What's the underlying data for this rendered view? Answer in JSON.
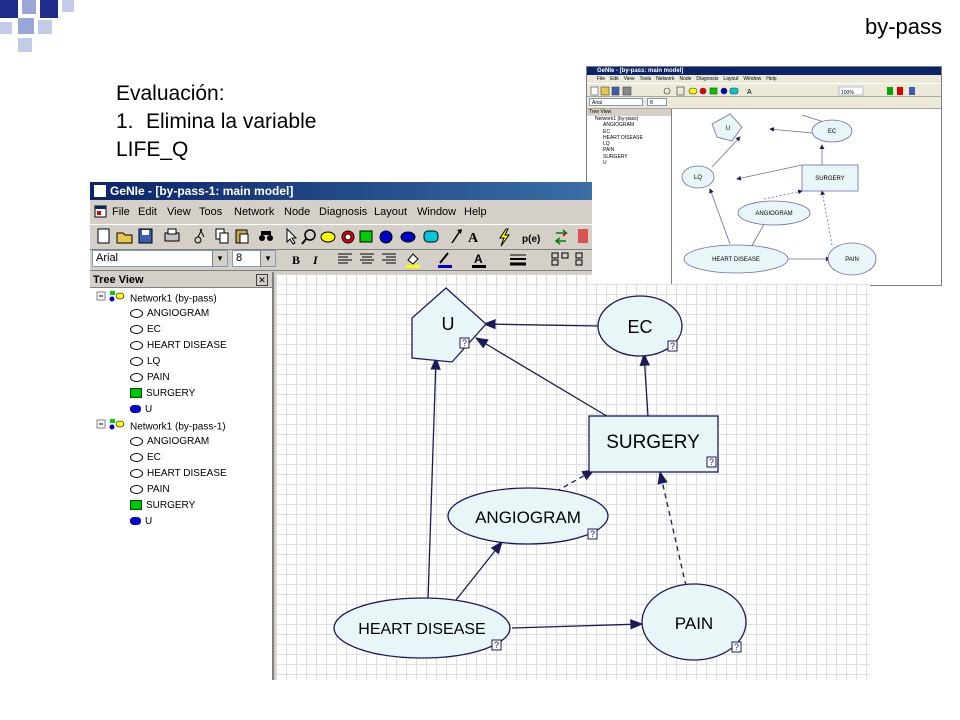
{
  "slide": {
    "title": "by-pass",
    "eval_heading": "Evaluación:",
    "item_number": "1.",
    "item_text": "Elimina la variable",
    "item_text2": "LIFE_Q"
  },
  "colors": {
    "bullet_dark": "#1f2d8a",
    "bullet_light": "#9aa6d6",
    "node_fill": "#e8f6f8",
    "node_stroke": "#1a1a5a",
    "title_bar": "#0a246a"
  },
  "mini_window": {
    "title": "GeNIe - [by-pass: main model]",
    "menu": [
      "File",
      "Edit",
      "View",
      "Tools",
      "Network",
      "Node",
      "Diagnosis",
      "Layout",
      "Window",
      "Help"
    ],
    "font": "Arial",
    "size": "8",
    "zoom": "100%",
    "tree": [
      "Network1 (by-pass)",
      "ANGIOGRAM",
      "EC",
      "HEART DISEASE",
      "LQ",
      "PAIN",
      "SURGERY",
      "U"
    ],
    "nodes": {
      "u": "U",
      "ec": "EC",
      "lq": "LQ",
      "surgery": "SURGERY",
      "angiogram": "ANGIOGRAM",
      "heart": "HEART DISEASE",
      "pain": "PAIN"
    }
  },
  "window": {
    "title": "GeNIe - [by-pass-1: main model]",
    "menu": [
      "File",
      "Edit",
      "View",
      "Toos",
      "Network",
      "Node",
      "Diagnosis",
      "Layout",
      "Window",
      "Help"
    ],
    "font_value": "Arial",
    "size_value": "8",
    "bold": "B",
    "italic": "I",
    "toolbar_text": "A",
    "toolbar_pe": "p(e)",
    "tree_title": "Tree View",
    "tree_close": "✕",
    "tree": [
      {
        "label": "Network1 (by-pass)",
        "kind": "net"
      },
      {
        "label": "ANGIOGRAM",
        "kind": "oval"
      },
      {
        "label": "EC",
        "kind": "oval"
      },
      {
        "label": "HEART DISEASE",
        "kind": "oval"
      },
      {
        "label": "LQ",
        "kind": "oval"
      },
      {
        "label": "PAIN",
        "kind": "oval"
      },
      {
        "label": "SURGERY",
        "kind": "green"
      },
      {
        "label": "U",
        "kind": "blue"
      },
      {
        "label": "Network1 (by-pass-1)",
        "kind": "net"
      },
      {
        "label": "ANGIOGRAM",
        "kind": "oval"
      },
      {
        "label": "EC",
        "kind": "oval"
      },
      {
        "label": "HEART DISEASE",
        "kind": "oval"
      },
      {
        "label": "PAIN",
        "kind": "oval"
      },
      {
        "label": "SURGERY",
        "kind": "green"
      },
      {
        "label": "U",
        "kind": "blue"
      }
    ]
  },
  "diagram": {
    "u": "U",
    "ec": "EC",
    "surgery": "SURGERY",
    "angiogram": "ANGIOGRAM",
    "heart": "HEART DISEASE",
    "pain": "PAIN",
    "q": "?"
  }
}
